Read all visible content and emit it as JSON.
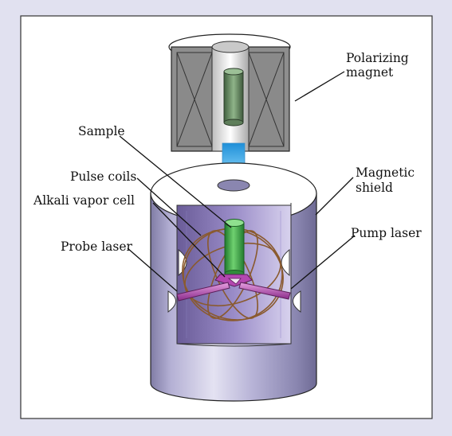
{
  "labels": {
    "polarizing_magnet_1": "Polarizing",
    "polarizing_magnet_2": "magnet",
    "sample": "Sample",
    "pulse_coils": "Pulse coils",
    "alkali_vapor_cell": "Alkali vapor cell",
    "probe_laser": "Probe laser",
    "magnetic_shield_1": "Magnetic",
    "magnetic_shield_2": "shield",
    "pump_laser": "Pump laser"
  },
  "colors": {
    "page_background": "#e1e1f0",
    "panel_background": "#ffffff",
    "magnet_gray": "#8e8e8e",
    "shield_lavender": "#a29ec4",
    "sample_green": "#3aa64a",
    "laser_magenta": "#b347b0",
    "coil_bronze": "#8a5a2e",
    "arrow_blue": "#48b8ee"
  }
}
